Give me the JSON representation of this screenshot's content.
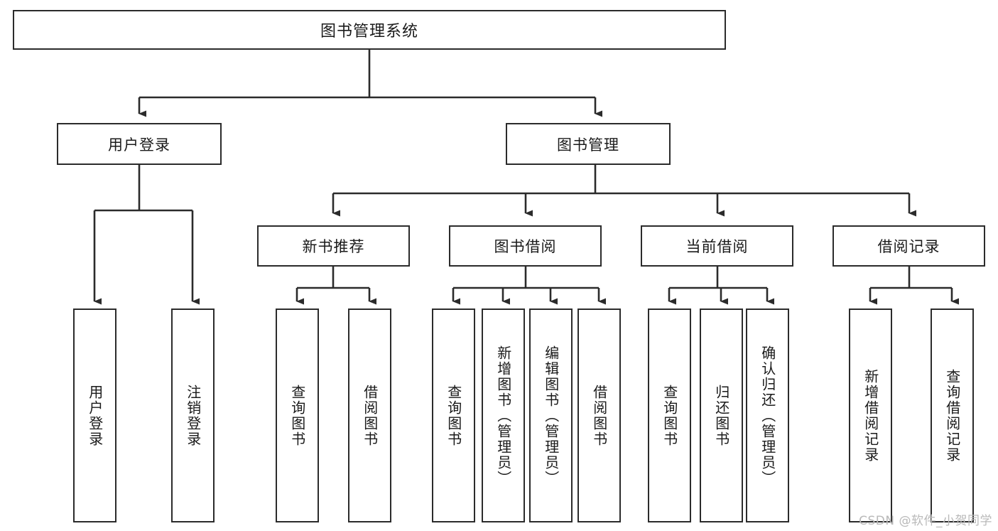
{
  "diagram": {
    "title": "图书管理系统",
    "type": "hierarchy-tree",
    "watermark": "CSDN @软件_小贺同学",
    "colors": {
      "stroke": "#2b2b2b",
      "fill": "#ffffff",
      "text": "#1a1a1a",
      "watermark": "#b9b9b9"
    },
    "nodes": {
      "root": {
        "label": "图书管理系统"
      },
      "level1": [
        {
          "label": "用户登录"
        },
        {
          "label": "图书管理"
        }
      ],
      "level2": [
        {
          "label": "新书推荐"
        },
        {
          "label": "图书借阅"
        },
        {
          "label": "当前借阅"
        },
        {
          "label": "借阅记录"
        }
      ],
      "leaves_login": [
        {
          "label": "用户登录"
        },
        {
          "label": "注销登录"
        }
      ],
      "leaves_newbook": [
        {
          "label": "查询图书"
        },
        {
          "label": "借阅图书"
        }
      ],
      "leaves_borrow": [
        {
          "label": "查询图书"
        },
        {
          "label": "新增图书（管理员）"
        },
        {
          "label": "编辑图书（管理员）"
        },
        {
          "label": "借阅图书"
        }
      ],
      "leaves_current": [
        {
          "label": "查询图书"
        },
        {
          "label": "归还图书"
        },
        {
          "label": "确认归还（管理员）"
        }
      ],
      "leaves_record": [
        {
          "label": "新增借阅记录"
        },
        {
          "label": "查询借阅记录"
        }
      ]
    }
  }
}
